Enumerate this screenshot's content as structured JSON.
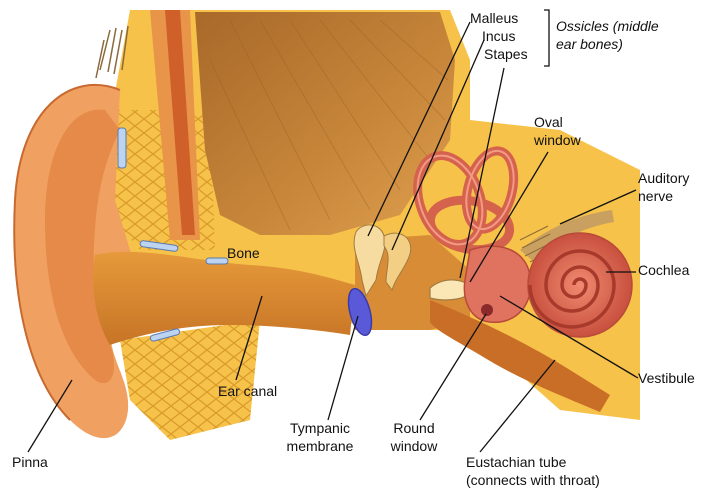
{
  "labels": {
    "malleus": "Malleus",
    "incus": "Incus",
    "stapes": "Stapes",
    "ossicles_line1": "Ossicles (middle",
    "ossicles_line2": "ear bones)",
    "oval_line1": "Oval",
    "oval_line2": "window",
    "auditory_line1": "Auditory",
    "auditory_line2": "nerve",
    "cochlea": "Cochlea",
    "bone": "Bone",
    "vestibule": "Vestibule",
    "ear_canal": "Ear canal",
    "tympanic_line1": "Tympanic",
    "tympanic_line2": "membrane",
    "round_line1": "Round",
    "round_line2": "window",
    "eustachian_line1": "Eustachian tube",
    "eustachian_line2": "(connects with throat)",
    "pinna": "Pinna"
  },
  "colors": {
    "skin": "#f0a060",
    "skin_dark": "#c86a30",
    "bone": "#f6c24a",
    "bone_light": "#fcd976",
    "cavity": "#c8873a",
    "canal": "#d9892e",
    "inner_ear": "#e07260",
    "inner_ear_dark": "#b84a3a",
    "membrane": "#5a5ad8",
    "nerve": "#caa060",
    "leader": "#111111"
  }
}
